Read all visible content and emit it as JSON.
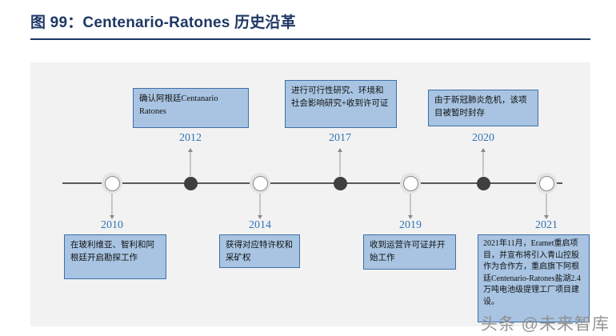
{
  "header": {
    "figure_label": "图 99：Centenario-Ratones 历史沿革"
  },
  "timeline": {
    "events": [
      {
        "year": "2010",
        "side": "below",
        "marker": "hollow",
        "text": "在玻利维亚、智利和阿根廷开启勘探工作"
      },
      {
        "year": "2012",
        "side": "above",
        "marker": "solid",
        "text": "确认阿根廷Centanario Ratones"
      },
      {
        "year": "2014",
        "side": "below",
        "marker": "hollow",
        "text": "获得对应特许权和采矿权"
      },
      {
        "year": "2017",
        "side": "above",
        "marker": "solid",
        "text": "进行可行性研究、环境和社会影响研究+收到许可证"
      },
      {
        "year": "2019",
        "side": "below",
        "marker": "hollow",
        "text": "收到运营许可证并开始工作"
      },
      {
        "year": "2020",
        "side": "above",
        "marker": "solid",
        "text": "由于新冠肺炎危机，该项目被暂时封存"
      },
      {
        "year": "2021",
        "side": "below",
        "marker": "hollow",
        "text": "2021年11月，Eramet重启项目，并宣布将引入青山控股作为合作方，重启旗下阿根廷Centenario-Ratones盐湖2.4万吨电池级提锂工厂项目建设。"
      }
    ]
  },
  "watermark": {
    "text": "头条 @未来智库"
  },
  "colors": {
    "title": "#1F3864",
    "year_label": "#2E74B5",
    "box_fill": "#A8C4E2",
    "box_border": "#3F6FA8",
    "panel_bg": "#F2F2F2",
    "axis": "#595959"
  }
}
